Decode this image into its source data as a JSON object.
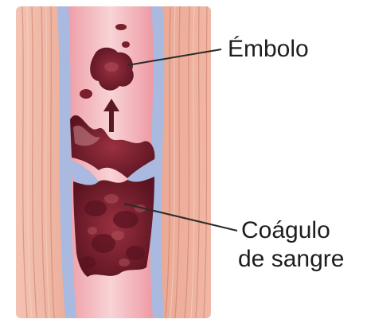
{
  "labels": {
    "embolus": "Émbolo",
    "clot_line1": "Coágulo",
    "clot_line2": "de sangre"
  },
  "colors": {
    "muscle": "#e8a08c",
    "muscle_stripe": "#c97a68",
    "vessel_wall": "#a9b9df",
    "lumen": "#f2b6bc",
    "clot": "#7a1f2c",
    "clot_dark": "#5a1320",
    "arrow": "#5a1a22",
    "leader_line": "#2a2a2a",
    "text": "#1e1e1e"
  }
}
